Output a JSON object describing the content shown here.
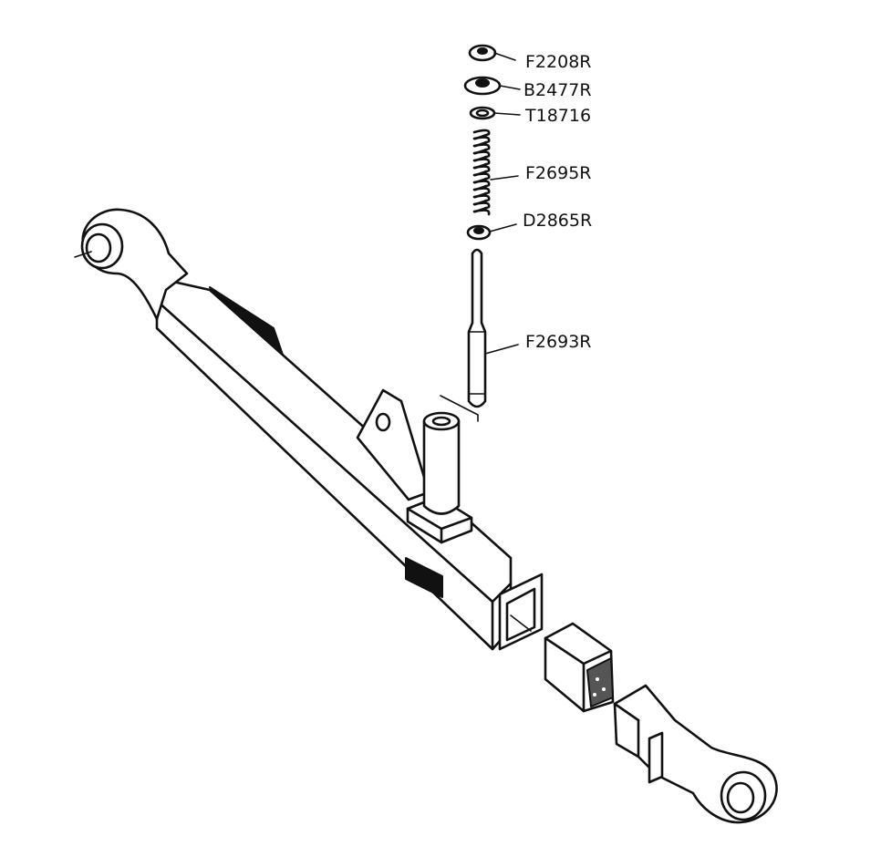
{
  "callouts": [
    {
      "part": "F2208R"
    },
    {
      "part": "B2477R"
    },
    {
      "part": "T18716"
    },
    {
      "part": "F2695R"
    },
    {
      "part": "D2865R"
    },
    {
      "part": "F2693R"
    }
  ]
}
